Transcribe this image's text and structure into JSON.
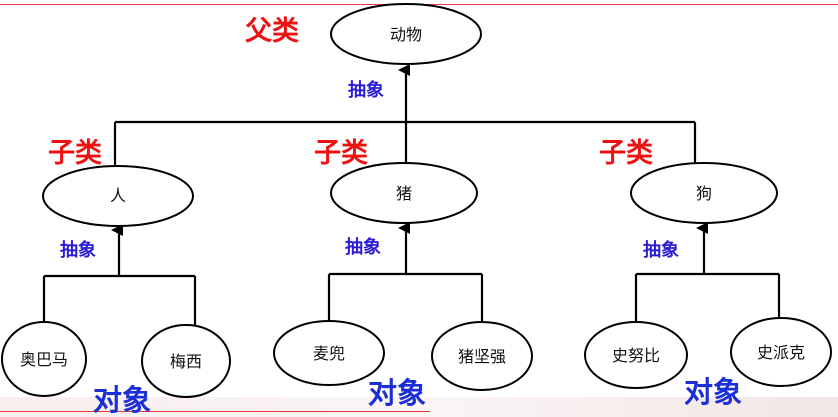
{
  "labels": {
    "parent": "父类",
    "child": "子类",
    "abstract": "抽象",
    "object": "对象"
  },
  "nodes": {
    "root": "动物",
    "human": "人",
    "pig": "猪",
    "dog": "狗",
    "obama": "奥巴马",
    "messi": "梅西",
    "mcdull": "麦兜",
    "pig_strong": "猪坚强",
    "snoopy": "史努比",
    "shrek": "史派克"
  },
  "colors": {
    "red": "#ee1111",
    "blue": "#2a1bd6",
    "line": "#000000"
  }
}
